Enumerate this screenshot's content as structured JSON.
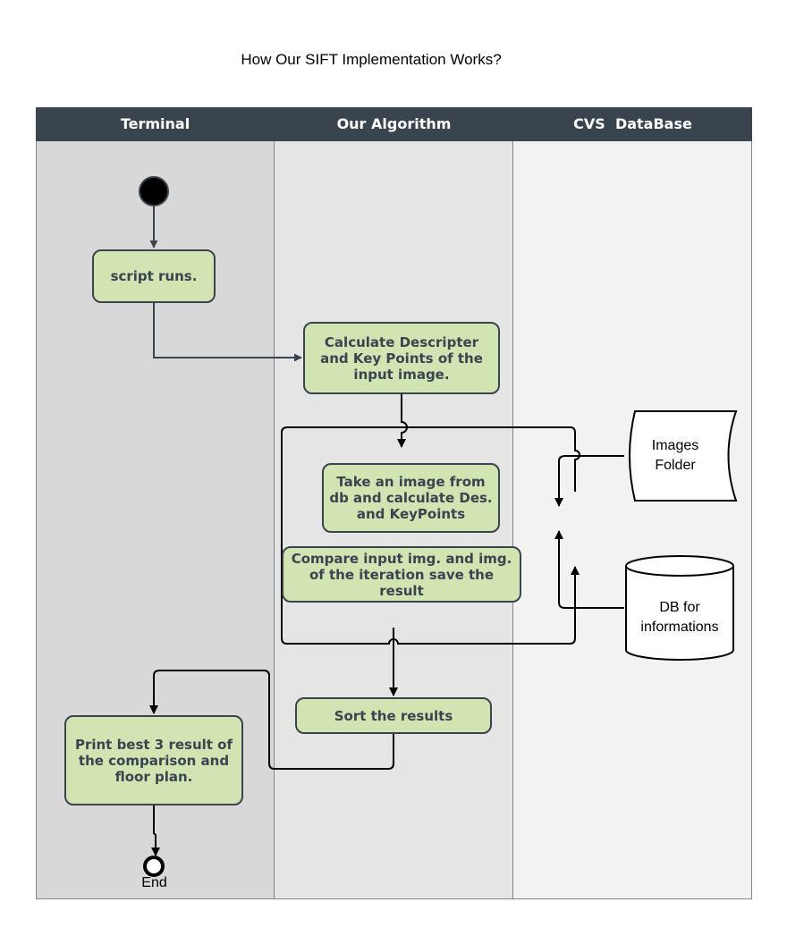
{
  "title": "How Our SIFT Implementation Works?",
  "lanes": {
    "terminal": "Terminal",
    "algorithm": "Our Algorithm",
    "database": "CVS  DataBase"
  },
  "nodes": {
    "script_runs": "script runs.",
    "calc_input": "Calculate Descripter and Key Points of the input image.",
    "take_image": "Take an image from db and calculate Des. and KeyPoints",
    "compare": "Compare input img. and img. of the iteration save the result",
    "sort": "Sort the results",
    "print_best": "Print best 3 result of the comparison and floor plan."
  },
  "stores": {
    "images_folder": "Images Folder",
    "db_info": "DB for informations"
  },
  "end_label": "End",
  "colors": {
    "header_bg": "#3a444f",
    "node_fill": "#d3e4b3",
    "node_border": "#3a444f",
    "lane_terminal": "#d8d8d8",
    "lane_algorithm": "#e5e5e5",
    "lane_database": "#f2f2f2"
  }
}
